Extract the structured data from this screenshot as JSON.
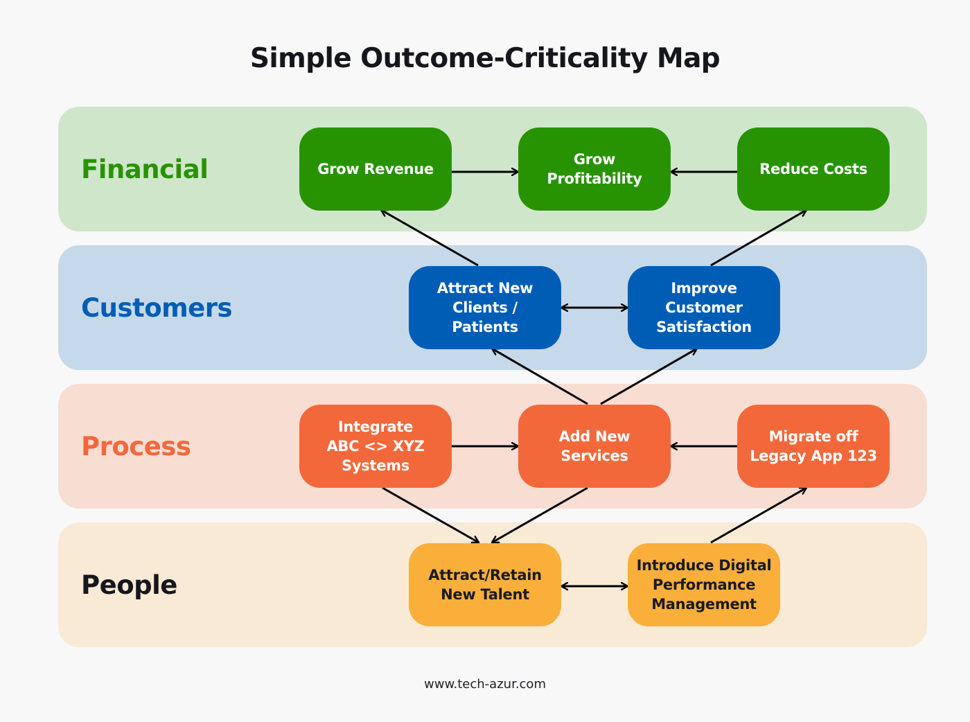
{
  "title": "Simple Outcome-Criticality Map",
  "footer": "www.tech-azur.com",
  "colors": {
    "background": "#f8f8f8",
    "financial_band": "#d0e6cb",
    "financial_node": "#279303",
    "financial_label": "#279303",
    "customers_band": "#c6d9ea",
    "customers_node": "#005db6",
    "customers_label": "#005db6",
    "process_band": "#f8ddd3",
    "process_node": "#f2683a",
    "process_label": "#f2683a",
    "people_band": "#f9ead5",
    "people_node": "#f9af3a",
    "people_label": "#16161d",
    "arrow": "#000000"
  },
  "bands": [
    {
      "id": "financial",
      "label": "Financial"
    },
    {
      "id": "customers",
      "label": "Customers"
    },
    {
      "id": "process",
      "label": "Process"
    },
    {
      "id": "people",
      "label": "People"
    }
  ],
  "nodes": {
    "grow_revenue": {
      "label": "Grow Revenue",
      "band": "financial"
    },
    "grow_profitability": {
      "label": "Grow\nProfitability",
      "band": "financial"
    },
    "reduce_costs": {
      "label": "Reduce Costs",
      "band": "financial"
    },
    "attract_new_clients": {
      "label": "Attract New\nClients /\nPatients",
      "band": "customers"
    },
    "improve_customer_satisfaction": {
      "label": "Improve\nCustomer\nSatisfaction",
      "band": "customers"
    },
    "integrate_systems": {
      "label": "Integrate\nABC <> XYZ\nSystems",
      "band": "process"
    },
    "add_new_services": {
      "label": "Add New\nServices",
      "band": "process"
    },
    "migrate_legacy_app": {
      "label": "Migrate off\nLegacy App 123",
      "band": "process"
    },
    "attract_retain_talent": {
      "label": "Attract/Retain\nNew Talent",
      "band": "people"
    },
    "introduce_digital_pm": {
      "label": "Introduce Digital\nPerformance\nManagement",
      "band": "people"
    }
  },
  "edges": [
    {
      "from": "grow_revenue",
      "to": "grow_profitability",
      "type": "directed"
    },
    {
      "from": "reduce_costs",
      "to": "grow_profitability",
      "type": "directed"
    },
    {
      "from": "attract_new_clients",
      "to": "grow_revenue",
      "type": "directed"
    },
    {
      "from": "improve_customer_satisfaction",
      "to": "reduce_costs",
      "type": "directed"
    },
    {
      "from": "attract_new_clients",
      "to": "improve_customer_satisfaction",
      "type": "bidirectional"
    },
    {
      "from": "add_new_services",
      "to": "attract_new_clients",
      "type": "directed"
    },
    {
      "from": "add_new_services",
      "to": "improve_customer_satisfaction",
      "type": "directed"
    },
    {
      "from": "integrate_systems",
      "to": "add_new_services",
      "type": "directed"
    },
    {
      "from": "migrate_legacy_app",
      "to": "add_new_services",
      "type": "directed"
    },
    {
      "from": "integrate_systems",
      "to": "attract_retain_talent",
      "type": "directed"
    },
    {
      "from": "add_new_services",
      "to": "attract_retain_talent",
      "type": "directed"
    },
    {
      "from": "introduce_digital_pm",
      "to": "migrate_legacy_app",
      "type": "directed"
    },
    {
      "from": "attract_retain_talent",
      "to": "introduce_digital_pm",
      "type": "bidirectional"
    }
  ]
}
